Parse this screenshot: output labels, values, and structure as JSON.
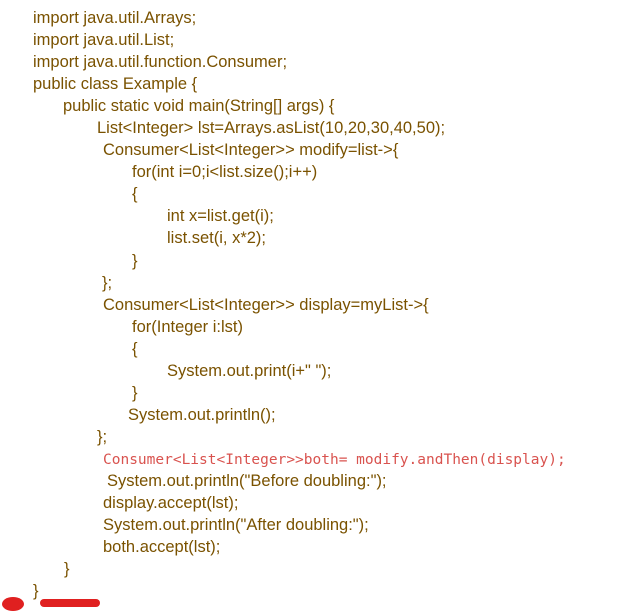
{
  "code_lines": [
    "import java.util.Arrays;",
    "import java.util.List;",
    "import java.util.function.Consumer;",
    "public class Example {",
    "public static void main(String[] args) {",
    "List<Integer> lst=Arrays.asList(10,20,30,40,50);",
    "Consumer<List<Integer>> modify=list->{",
    "for(int i=0;i<list.size();i++)",
    "{",
    "int x=list.get(i);",
    "list.set(i, x*2);",
    "}",
    "};",
    "Consumer<List<Integer>> display=myList->{",
    "for(Integer i:lst)",
    "{",
    "System.out.print(i+\" \");",
    "}",
    "System.out.println();",
    "};",
    "Consumer<List<Integer>>both= modify.andThen(display);",
    "System.out.println(\"Before doubling:\");",
    "display.accept(lst);",
    "System.out.println(\"After doubling:\");",
    "both.accept(lst);",
    "}",
    "}"
  ],
  "colors": {
    "code_text": "#7a5200",
    "highlight_line": "#d9534f"
  }
}
